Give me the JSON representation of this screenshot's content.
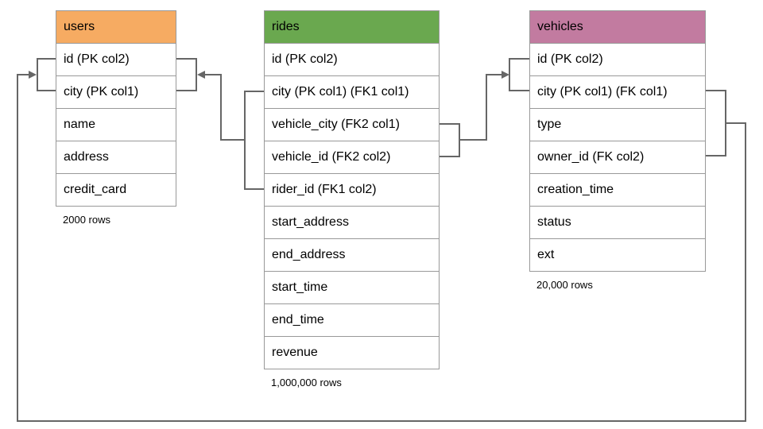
{
  "colors": {
    "connector": "#666666",
    "table_border": "#999999",
    "text": "#000000",
    "background": "#FFFFFF"
  },
  "tables": [
    {
      "name": "users",
      "header_color": "#F6AB62",
      "columns": [
        "id (PK col2)",
        "city (PK col1)",
        "name",
        "address",
        "credit_card"
      ],
      "row_count": "2000 rows"
    },
    {
      "name": "rides",
      "header_color": "#6AA84F",
      "columns": [
        "id (PK col2)",
        "city (PK col1) (FK1 col1)",
        "vehicle_city (FK2 col1)",
        "vehicle_id (FK2 col2)",
        "rider_id (FK1 col2)",
        "start_address",
        "end_address",
        "start_time",
        "end_time",
        "revenue"
      ],
      "row_count": "1,000,000 rows"
    },
    {
      "name": "vehicles",
      "header_color": "#C27BA0",
      "columns": [
        "id (PK col2)",
        "city (PK col1) (FK col1)",
        "type",
        "owner_id (FK col2)",
        "creation_time",
        "status",
        "ext"
      ],
      "row_count": "20,000 rows"
    }
  ],
  "relationships": [
    {
      "label": "FK1",
      "from_table": "rides",
      "from_columns": "city, rider_id",
      "to_table": "users",
      "to_columns": "city, id"
    },
    {
      "label": "FK2",
      "from_table": "rides",
      "from_columns": "vehicle_city, vehicle_id",
      "to_table": "vehicles",
      "to_columns": "city, id"
    },
    {
      "label": "FK",
      "from_table": "vehicles",
      "from_columns": "city, owner_id",
      "to_table": "users",
      "to_columns": "city, id"
    }
  ]
}
